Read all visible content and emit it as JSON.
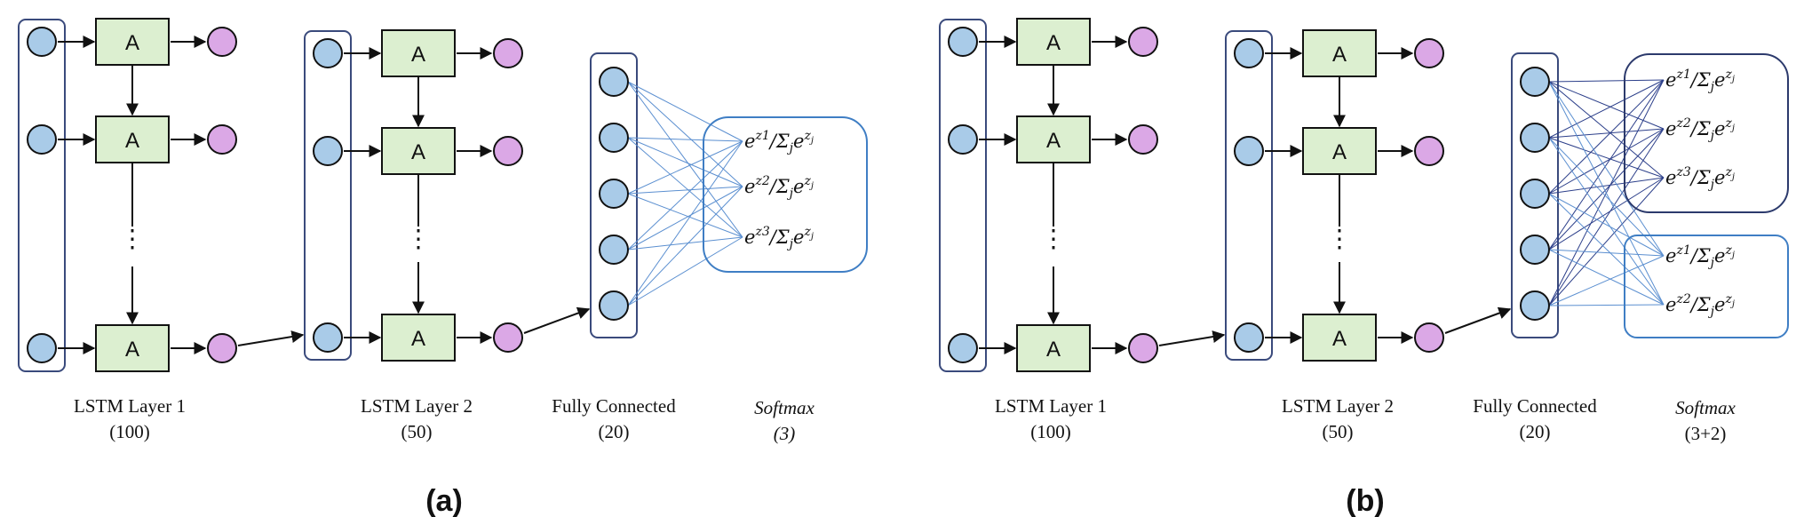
{
  "colors": {
    "input_node": "#a9cbe8",
    "output_node": "#dba8e6",
    "cell": "#dcefd0",
    "frame": "#3a4a7c",
    "fc_lines_light": "#5b8fd0",
    "fc_lines_dark": "#2c3f8a",
    "softmax_box_light": "#3f7ec4",
    "softmax_box_dark": "#2c3a6c"
  },
  "cell_label": "A",
  "vertical_ellipsis": "⋮",
  "panels": [
    {
      "id": "a",
      "caption": "(a)",
      "labels": {
        "lstm1_title": "LSTM Layer 1",
        "lstm1_units": "(100)",
        "lstm2_title": "LSTM Layer 2",
        "lstm2_units": "(50)",
        "fc_title": "Fully Connected",
        "fc_units": "(20)",
        "softmax_title": "Softmax",
        "softmax_units": "(3)"
      },
      "softmax_groups": [
        {
          "style": "light",
          "entries": [
            "e^{z₁}/Σⱼe^{zⱼ}",
            "e^{z₂}/Σⱼe^{zⱼ}",
            "e^{z₃}/Σⱼe^{zⱼ}"
          ]
        }
      ]
    },
    {
      "id": "b",
      "caption": "(b)",
      "labels": {
        "lstm1_title": "LSTM Layer 1",
        "lstm1_units": "(100)",
        "lstm2_title": "LSTM Layer 2",
        "lstm2_units": "(50)",
        "fc_title": "Fully Connected",
        "fc_units": "(20)",
        "softmax_title": "Softmax",
        "softmax_units": "(3+2)"
      },
      "softmax_groups": [
        {
          "style": "dark",
          "entries": [
            "e^{z₁}/Σⱼe^{zⱼ}",
            "e^{z₂}/Σⱼe^{zⱼ}",
            "e^{z₃}/Σⱼe^{zⱼ}"
          ]
        },
        {
          "style": "light",
          "entries": [
            "e^{z₁}/Σⱼe^{zⱼ}",
            "e^{z₂}/Σⱼe^{zⱼ}"
          ]
        }
      ]
    }
  ]
}
